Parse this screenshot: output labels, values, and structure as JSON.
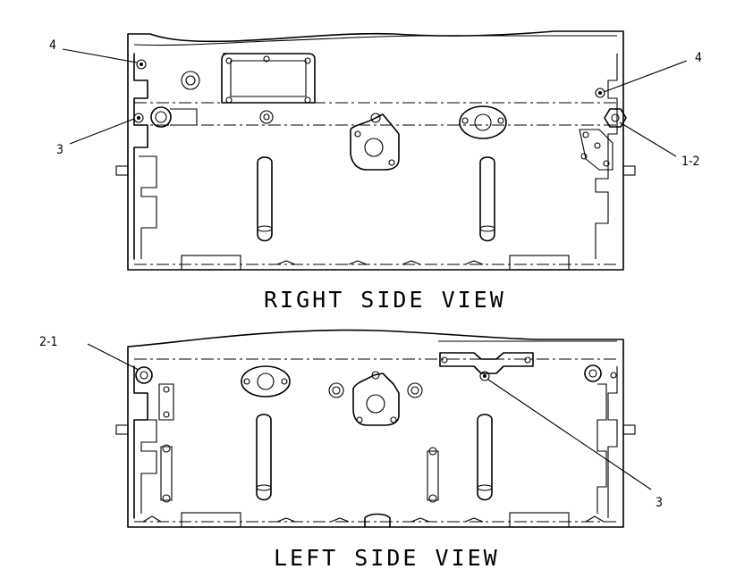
{
  "views": [
    {
      "title": "RIGHT SIDE VIEW",
      "callouts": [
        "4",
        "3",
        "4",
        "1-2"
      ]
    },
    {
      "title": "LEFT SIDE VIEW",
      "callouts": [
        "2-1",
        "3"
      ]
    }
  ]
}
